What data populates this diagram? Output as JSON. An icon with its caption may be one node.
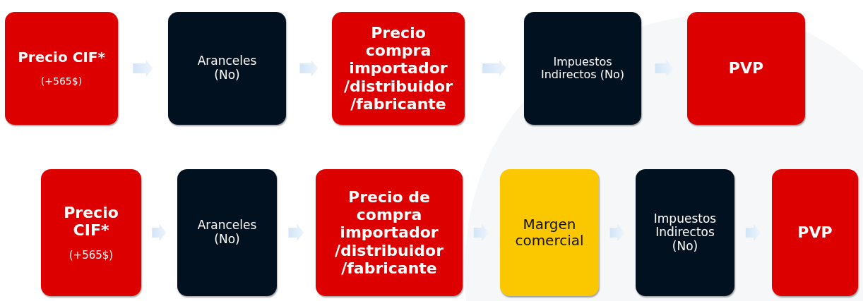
{
  "diagram": {
    "nodes": [
      {
        "text": [
          "Precio CIF*",
          "(+565$)"
        ]
      },
      {
        "text": [
          "Aranceles (No)"
        ]
      },
      {
        "text": [
          "Precio compra importador /distribuidor /fabricante"
        ]
      },
      {
        "text": [
          "Impuestos Indirectos (No)"
        ]
      },
      {
        "text": [
          "PVP"
        ]
      },
      {
        "text": [
          "Precio CIF*",
          "(+565$)"
        ]
      },
      {
        "text": [
          "Aranceles (No)"
        ]
      },
      {
        "text": [
          "Precio de compra importador /distribuidor /fabricante"
        ]
      },
      {
        "text": [
          "Margen comercial"
        ]
      },
      {
        "text": [
          "Impuestos Indirectos (No)"
        ]
      },
      {
        "text": [
          "PVP"
        ]
      }
    ],
    "edges": [
      {
        "from": 0,
        "to": 1,
        "arrow": "to"
      },
      {
        "from": 1,
        "to": 2,
        "arrow": "to"
      },
      {
        "from": 2,
        "to": 3,
        "arrow": "to"
      },
      {
        "from": 3,
        "to": 4,
        "arrow": "to"
      },
      {
        "from": 5,
        "to": 6,
        "arrow": "to"
      },
      {
        "from": 6,
        "to": 7,
        "arrow": "to"
      },
      {
        "from": 7,
        "to": 8,
        "arrow": "to"
      },
      {
        "from": 8,
        "to": 9,
        "arrow": "to"
      },
      {
        "from": 9,
        "to": 10,
        "arrow": "to"
      }
    ]
  }
}
